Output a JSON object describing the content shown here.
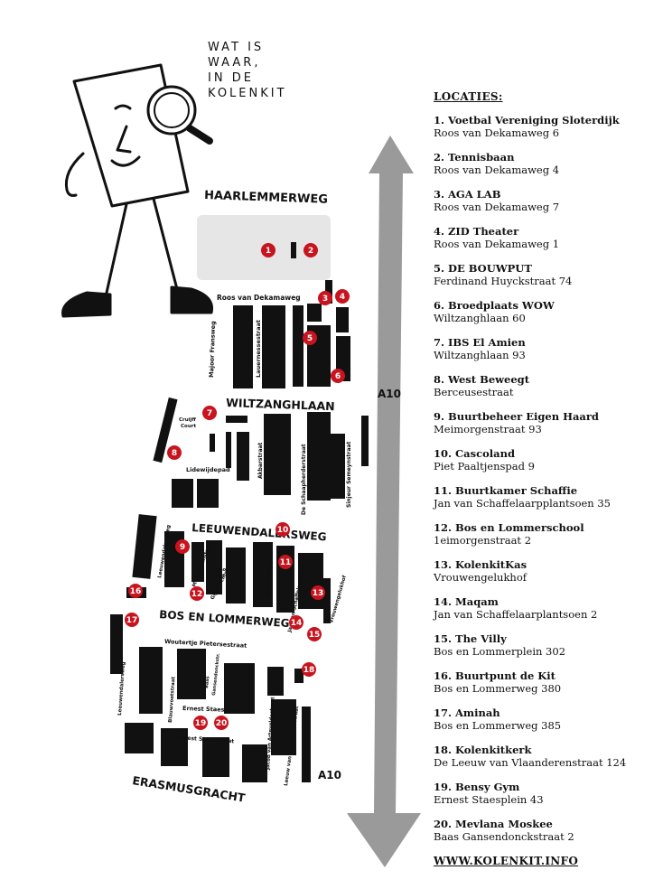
{
  "tagline": [
    "WAT IS",
    "WAAR,",
    "IN DE",
    "KOLENKIT"
  ],
  "legend": {
    "title": "LOCATIES:",
    "website": "WWW.KOLENKIT.INFO",
    "items": [
      {
        "name": "1. Voetbal Vereniging Sloterdijk",
        "address": "Roos van Dekamaweg 6"
      },
      {
        "name": "2. Tennisbaan",
        "address": "Roos van Dekamaweg 4"
      },
      {
        "name": "3. AGA LAB",
        "address": "Roos van Dekamaweg 7"
      },
      {
        "name": "4. ZID Theater",
        "address": "Roos van Dekamaweg 1"
      },
      {
        "name": "5. DE BOUWPUT",
        "address": "Ferdinand Huyckstraat 74"
      },
      {
        "name": "6. Broedplaats WOW",
        "address": "Wiltzanghlaan 60"
      },
      {
        "name": "7. IBS El Amien",
        "address": "Wiltzanghlaan 93"
      },
      {
        "name": "8. West Beweegt",
        "address": "Berceusestraat"
      },
      {
        "name": "9. Buurtbeheer Eigen Haard",
        "address": "Meimorgenstraat 93"
      },
      {
        "name": "10. Cascoland",
        "address": "Piet Paaltjenspad 9"
      },
      {
        "name": "11. Buurtkamer Schaffie",
        "address": "Jan van Schaffelaarpplantsoen 35"
      },
      {
        "name": "12. Bos en Lommerschool",
        "address": "1eimorgenstraat 2"
      },
      {
        "name": "13. KolenkitKas",
        "address": "Vrouwengelukhof"
      },
      {
        "name": "14. Maqam",
        "address": "Jan van Schaffelaarplantsoen 2"
      },
      {
        "name": "15. The Villy",
        "address": "Bos en Lommerplein 302"
      },
      {
        "name": "16. Buurtpunt de Kit",
        "address": "Bos en Lommerweg 380"
      },
      {
        "name": "17. Aminah",
        "address": "Bos en Lommerweg 385"
      },
      {
        "name": "18. Kolenkitkerk",
        "address": "De Leeuw van Vlaanderenstraat 124"
      },
      {
        "name": "19. Bensy Gym",
        "address": "Ernest Staesplein 43"
      },
      {
        "name": "20. Mevlana Moskee",
        "address": "Baas Gansendonckstraat 2"
      }
    ]
  },
  "map": {
    "accent_color": "#c8141e",
    "highway_color": "#9a9a9a",
    "icon": "magnifying-glass-character",
    "streets": {
      "haarlemmerweg": "HAARLEMMERWEG",
      "wiltzanghlaan": "WILTZANGHLAAN",
      "leeuwendalersweg": "LEEUWENDALERSWEG",
      "bos_en_lommerweg": "BOS EN LOMMERWEG",
      "erasmusgracht": "ERASMUSGRACHT",
      "a10_top": "A10",
      "a10_bottom": "A10",
      "roos_van_dekamaweg": "Roos van Dekamaweg",
      "majoor_fransweg": "Majoor Fransweg",
      "lauernessestraat": "Lauernessestraat",
      "ferdinand_huyckstraat": "Ferdinand Huyckstraat",
      "cruijff_court": "Cruijff",
      "cruijff_court_2": "Court",
      "lidewijdepad": "Lidewijdepad",
      "akbarstraat": "Akbarstraat",
      "de_schaapherderstraat": "De Schaapherderstraat",
      "sinjeur_semeynstraat": "Sinjeur Semeynstraat",
      "leeuwendalersweg_small": "Leeuwendalersweg",
      "meimorgenstraat": "Meimorgenstraat",
      "nanno_plein": "Nanno",
      "nanno_plein_2": "plein",
      "gijsbrecht": "Gijsbrechtstraat",
      "akbarstraat_2": "Akbarstraat",
      "jan_van_schaffelaarplein": "Jan van Schaffelaarplein",
      "vrouwengelukhof": "Vrouwengelukhof",
      "woutertje": "Woutertje Pietersestraat",
      "leeuwendalersweg_low": "Leeuwendalersweg",
      "blauwvoetstraat": "Blauwvoetstraat",
      "baas": "Baas",
      "baas_2": "Gansendonckstr.",
      "ernest_staesplein": "Ernest Staesplein",
      "ernest_staesstraat": "Ernest Staesstraat",
      "jacob_van_artevelde": "Jacob van Arteveldestraat",
      "leeuw_van_vlaanderen": "Leeuw van Vlaanderenstraat"
    },
    "markers": [
      "1",
      "2",
      "3",
      "4",
      "5",
      "6",
      "7",
      "8",
      "9",
      "10",
      "11",
      "12",
      "13",
      "14",
      "15",
      "16",
      "17",
      "18",
      "19",
      "20"
    ]
  }
}
